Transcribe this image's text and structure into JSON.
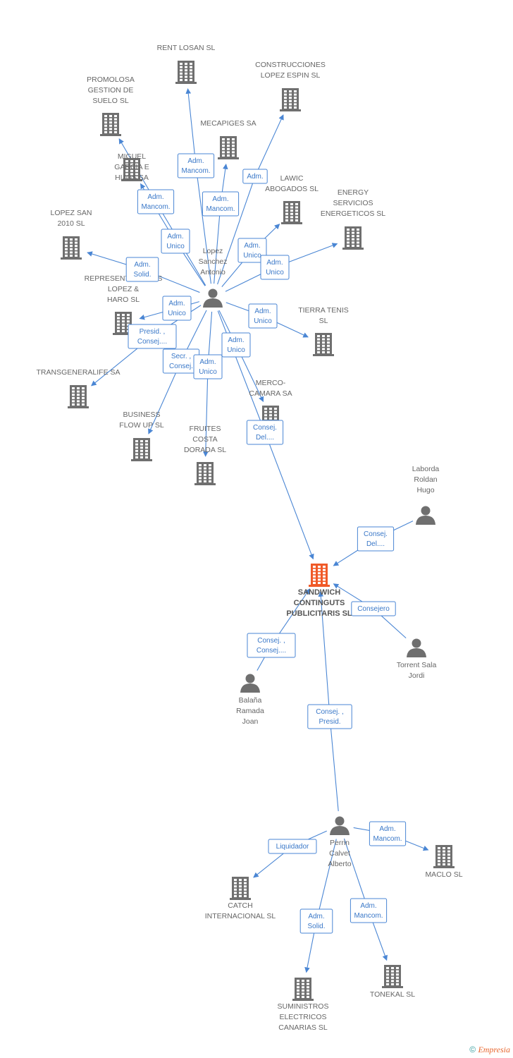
{
  "colors": {
    "edge": "#4a86d4",
    "node": "#6f6f6f",
    "focus": "#f05a28",
    "label": "#666666"
  },
  "focus": {
    "id": "sandwich",
    "lines": [
      "SANDWICH",
      "CONTINGUTS",
      "PUBLICITARIS SL"
    ]
  },
  "persons": [
    {
      "id": "lopez",
      "lines": [
        "Lopez",
        "Sanchez",
        "Antonio"
      ]
    },
    {
      "id": "laborda",
      "lines": [
        "Laborda",
        "Roldan",
        "Hugo"
      ]
    },
    {
      "id": "torrent",
      "lines": [
        "Torrent Sala",
        "Jordi"
      ]
    },
    {
      "id": "balana",
      "lines": [
        "Balaña",
        "Ramada",
        "Joan"
      ]
    },
    {
      "id": "perrin",
      "lines": [
        "Perrin",
        "Calvet",
        "Alberto"
      ]
    }
  ],
  "companies": [
    {
      "id": "rent",
      "lines": [
        "RENT LOSAN SL"
      ]
    },
    {
      "id": "construcciones",
      "lines": [
        "CONSTRUCCIONES",
        "LOPEZ ESPIN SL"
      ]
    },
    {
      "id": "promolosa",
      "lines": [
        "PROMOLOSA",
        "GESTION DE",
        "SUELO SL"
      ]
    },
    {
      "id": "mecapiges",
      "lines": [
        "MECAPIGES SA"
      ]
    },
    {
      "id": "miguel",
      "lines": [
        "MIGUEL",
        "GARCIA E",
        "HIJOS SA"
      ]
    },
    {
      "id": "lawic",
      "lines": [
        "LAWIC",
        "ABOGADOS SL"
      ]
    },
    {
      "id": "energy",
      "lines": [
        "ENERGY",
        "SERVICIOS",
        "ENERGETICOS SL"
      ]
    },
    {
      "id": "lopezsan",
      "lines": [
        "LOPEZ SAN",
        "2010 SL"
      ]
    },
    {
      "id": "representaciones",
      "lines": [
        "REPRESENTACIONES",
        "LOPEZ &",
        "HARO SL"
      ]
    },
    {
      "id": "tierra",
      "lines": [
        "TIERRA TENIS",
        "SL"
      ]
    },
    {
      "id": "transgeneralife",
      "lines": [
        "TRANSGENERALIFE SA"
      ]
    },
    {
      "id": "merco",
      "lines": [
        "MERCO-",
        "CAMARA SA"
      ]
    },
    {
      "id": "business",
      "lines": [
        "BUSINESS",
        "FLOW UP SL"
      ]
    },
    {
      "id": "fruites",
      "lines": [
        "FRUITES",
        "COSTA",
        "DORADA SL"
      ]
    },
    {
      "id": "maclo",
      "lines": [
        "MACLO  SL"
      ]
    },
    {
      "id": "catch",
      "lines": [
        "CATCH",
        "INTERNACIONAL SL"
      ]
    },
    {
      "id": "tonekal",
      "lines": [
        "TONEKAL  SL"
      ]
    },
    {
      "id": "suministros",
      "lines": [
        "SUMINISTROS",
        "ELECTRICOS",
        "CANARIAS  SL"
      ]
    }
  ],
  "relations": [
    {
      "from": "lopez",
      "to": "rent",
      "role": [
        "Adm.",
        "Mancom."
      ]
    },
    {
      "from": "lopez",
      "to": "construcciones",
      "role": [
        "Adm."
      ]
    },
    {
      "from": "lopez",
      "to": "promolosa",
      "role": [
        "Adm.",
        "Mancom."
      ]
    },
    {
      "from": "lopez",
      "to": "mecapiges",
      "role": [
        "Adm.",
        "Mancom."
      ]
    },
    {
      "from": "lopez",
      "to": "miguel",
      "role": [
        "Adm.",
        "Unico"
      ]
    },
    {
      "from": "lopez",
      "to": "lawic",
      "role": [
        "Adm.",
        "Unico"
      ]
    },
    {
      "from": "lopez",
      "to": "energy",
      "role": [
        "Adm.",
        "Unico"
      ]
    },
    {
      "from": "lopez",
      "to": "lopezsan",
      "role": [
        "Adm.",
        "Solid."
      ]
    },
    {
      "from": "lopez",
      "to": "representaciones",
      "role": [
        "Adm.",
        "Unico"
      ]
    },
    {
      "from": "lopez",
      "to": "tierra",
      "role": [
        "Adm.",
        "Unico"
      ]
    },
    {
      "from": "lopez",
      "to": "transgeneralife",
      "role": [
        "Presid. ,",
        "Consej...."
      ]
    },
    {
      "from": "lopez",
      "to": "merco",
      "role": [
        "Adm.",
        "Unico"
      ]
    },
    {
      "from": "lopez",
      "to": "business",
      "role": [
        "Secr. ,",
        "Consej."
      ]
    },
    {
      "from": "lopez",
      "to": "fruites",
      "role": [
        "Adm.",
        "Unico"
      ]
    },
    {
      "from": "lopez",
      "to": "sandwich",
      "role": [
        "Consej.",
        "Del...."
      ]
    },
    {
      "from": "laborda",
      "to": "sandwich",
      "role": [
        "Consej.",
        "Del...."
      ]
    },
    {
      "from": "torrent",
      "to": "sandwich",
      "role": [
        "Consejero"
      ]
    },
    {
      "from": "balana",
      "to": "sandwich",
      "role": [
        "Consej. ,",
        "Consej...."
      ]
    },
    {
      "from": "perrin",
      "to": "sandwich",
      "role": [
        "Consej. ,",
        "Presid."
      ]
    },
    {
      "from": "perrin",
      "to": "maclo",
      "role": [
        "Adm.",
        "Mancom."
      ]
    },
    {
      "from": "perrin",
      "to": "catch",
      "role": [
        "Liquidador"
      ]
    },
    {
      "from": "perrin",
      "to": "suministros",
      "role": [
        "Adm.",
        "Solid."
      ]
    },
    {
      "from": "perrin",
      "to": "tonekal",
      "role": [
        "Adm.",
        "Mancom."
      ]
    }
  ],
  "copyright": {
    "symbol": "©",
    "brand": "Empresia"
  }
}
